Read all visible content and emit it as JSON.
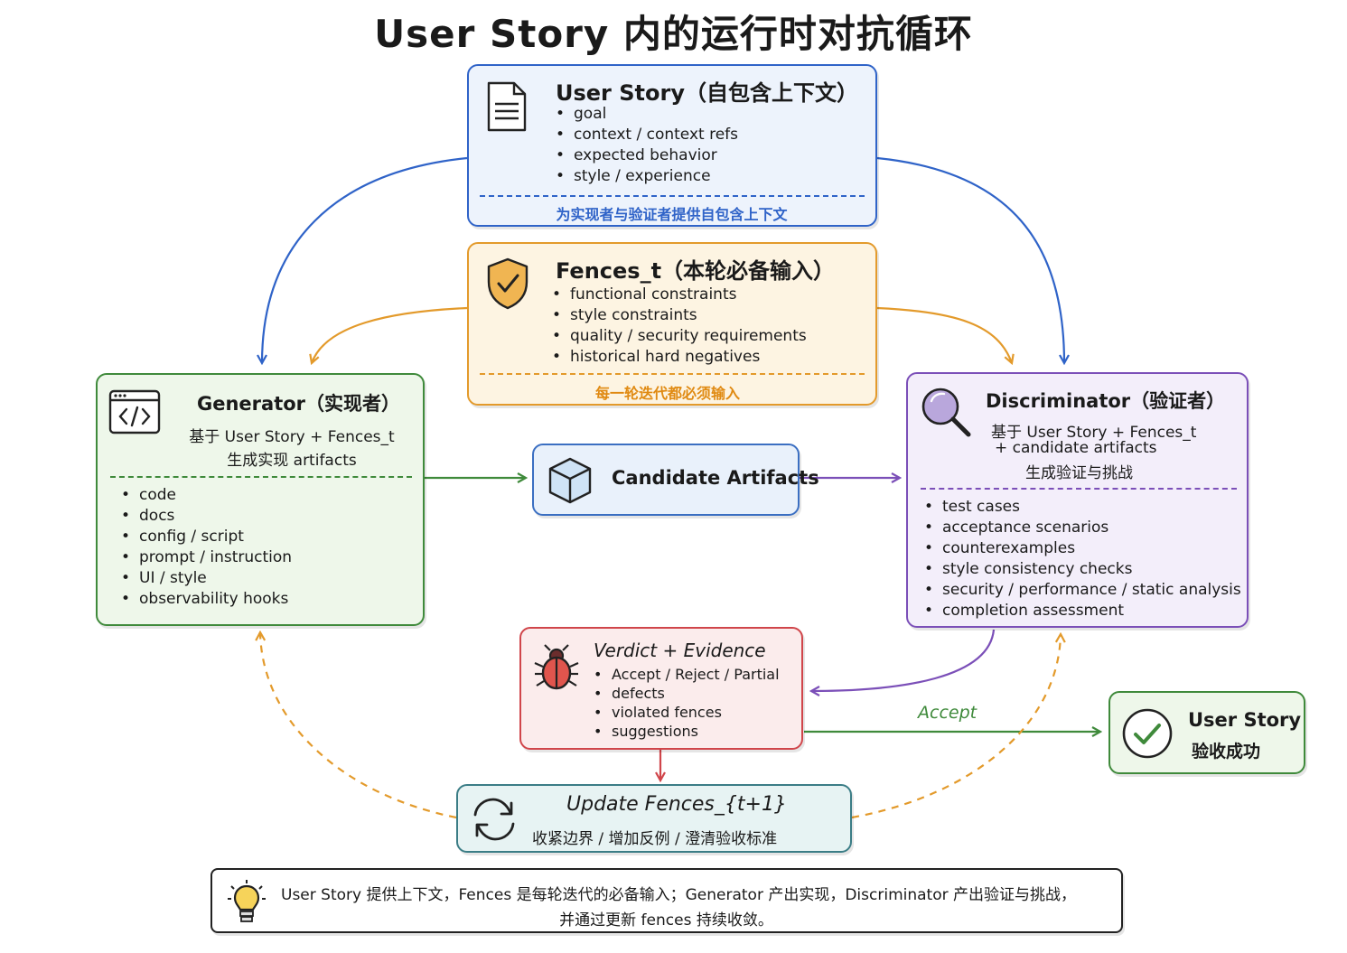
{
  "title": "User Story 内的运行时对抗循环",
  "story": {
    "heading": "User Story（自包含上下文）",
    "items": [
      "goal",
      "context / context refs",
      "expected behavior",
      "style / experience"
    ],
    "footer": "为实现者与验证者提供自包含上下文"
  },
  "fences": {
    "heading": "Fences_t（本轮必备输入）",
    "items": [
      "functional constraints",
      "style constraints",
      "quality / security requirements",
      "historical hard negatives"
    ],
    "footer": "每一轮迭代都必须输入"
  },
  "generator": {
    "heading": "Generator（实现者）",
    "desc_line1": "基于 User Story + Fences_t",
    "desc_line2": "生成实现 artifacts",
    "items": [
      "code",
      "docs",
      "config / script",
      "prompt / instruction",
      "UI / style",
      "observability  hooks"
    ]
  },
  "candidate": {
    "label": "Candidate Artifacts"
  },
  "discriminator": {
    "heading": "Discriminator（验证者）",
    "desc_line1": "基于 User Story + Fences_t",
    "desc_line2": "+ candidate artifacts",
    "desc_line3": "生成验证与挑战",
    "items": [
      "test cases",
      "acceptance scenarios",
      "counterexamples",
      "style consistency checks",
      "security / performance / static analysis",
      "completion assessment"
    ]
  },
  "verdict": {
    "heading": "Verdict + Evidence",
    "items": [
      "Accept / Reject / Partial",
      "defects",
      "violated fences",
      "suggestions"
    ]
  },
  "update": {
    "heading": "Update  Fences_{t+1}",
    "desc": "收紧边界 / 增加反例 / 澄清验收标准"
  },
  "accept_label": "Accept",
  "done": {
    "line1": "User Story",
    "line2": "验收成功"
  },
  "note": {
    "line1": "User Story 提供上下文，Fences 是每轮迭代的必备输入；Generator 产出实现，Discriminator 产出验证与挑战，",
    "line2": "并通过更新 fences 持续收敛。"
  },
  "colors": {
    "blue": "#2f63c8",
    "orange": "#e39a2b",
    "green": "#3f8a3b",
    "purple": "#7b4fb8",
    "red": "#d0454a",
    "teal": "#3b7d86"
  },
  "icons": {
    "story": "document-icon",
    "fences": "shield-check-icon",
    "generator": "code-window-icon",
    "discriminator": "magnifier-icon",
    "candidate": "cube-icon",
    "verdict": "bug-icon",
    "update": "refresh-icon",
    "done": "check-circle-icon",
    "note": "lightbulb-icon"
  }
}
